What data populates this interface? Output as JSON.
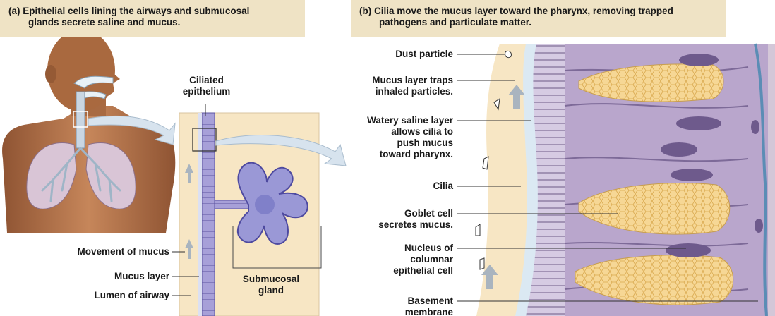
{
  "panel_a": {
    "caption_tag": "(a)",
    "caption_line1": "Epithelial cells lining the airways and submucosal",
    "caption_line2": "glands secrete saline and mucus.",
    "labels": {
      "ciliated_1": "Ciliated",
      "ciliated_2": "epithelium",
      "movement_of_mucus": "Movement of mucus",
      "mucus_layer": "Mucus layer",
      "lumen_of_airway": "Lumen of airway",
      "submucosal_1": "Submucosal",
      "submucosal_2": "gland"
    }
  },
  "panel_b": {
    "caption_tag": "(b)",
    "caption_line1": "Cilia move the mucus layer toward the pharynx, removing trapped",
    "caption_line2": "pathogens and particulate matter.",
    "labels": {
      "dust_particle": "Dust particle",
      "mucus_traps_1": "Mucus layer traps",
      "mucus_traps_2": "inhaled particles.",
      "watery_1": "Watery saline layer",
      "watery_2": "allows cilia to",
      "watery_3": "push mucus",
      "watery_4": "toward pharynx.",
      "cilia": "Cilia",
      "goblet_1": "Goblet cell",
      "goblet_2": "secretes mucus.",
      "nucleus_1": "Nucleus of",
      "nucleus_2": "columnar",
      "nucleus_3": "epithelial cell",
      "basement_1": "Basement",
      "basement_2": "membrane"
    }
  },
  "colors": {
    "caption_bg": "#efe3c5",
    "skin": "#b9764a",
    "mucus": "#f7e6c4",
    "saline": "#dbe9f3",
    "cell": "#b9a6cc",
    "goblet": "#f3d28c",
    "nucleus": "#6e5a8c",
    "gland": "#8f8fd0",
    "arrow": "#a9b4bf"
  }
}
